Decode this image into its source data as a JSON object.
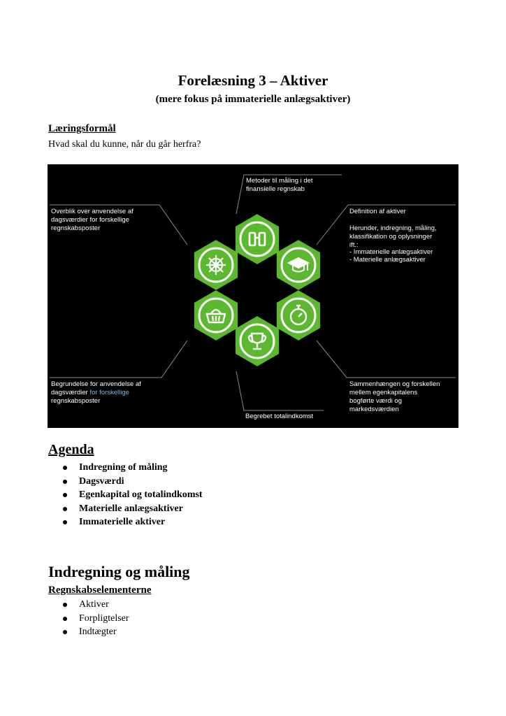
{
  "title": "Forelæsning 3 – Aktiver",
  "subtitle": "(mere fokus på immaterielle anlægsaktiver)",
  "learning": {
    "heading": "Læringsformål",
    "question": "Hvad skal du kunne, når du går herfra?"
  },
  "figure": {
    "hex_color": "#5cb82e",
    "labels": {
      "top": [
        "Metoder til måling i det",
        "finansielle regnskab"
      ],
      "top_left": [
        "Overblik over anvendelse af",
        "dagsværdier for forskellige",
        "regnskabsposter"
      ],
      "top_right": [
        "Definition af aktiver",
        "Herunder, indregning, måling,",
        "klassifikation og oplysninger",
        "ift.:",
        "- Immaterielle anlægsaktiver",
        "- Materielle anlægsaktiver"
      ],
      "bottom_left_line1": "Begrundelse for anvendelse af",
      "bottom_left_line2a": "dagsværdier ",
      "bottom_left_line2b": "for forskellige",
      "bottom_left_line3": "regnskabsposter",
      "bottom_right": [
        "Sammenhængen og forskellen",
        "mellem egenkapitalens",
        "bogførte værdi og",
        "markedsværdien"
      ],
      "bottom": "Begrebet totalindkomst"
    },
    "icons": [
      "binoculars-icon",
      "graduation-cap-icon",
      "stopwatch-icon",
      "trophy-icon",
      "basket-icon",
      "ship-wheel-icon"
    ]
  },
  "agenda": {
    "heading": "Agenda",
    "items": [
      "Indregning of måling",
      "Dagsværdi",
      "Egenkapital og totalindkomst",
      "Materielle anlægsaktiver",
      "Immaterielle aktiver"
    ]
  },
  "section": {
    "heading": "Indregning og måling",
    "subheading": "Regnskabselementerne",
    "items": [
      "Aktiver",
      "Forpligtelser",
      "Indtægter"
    ]
  }
}
